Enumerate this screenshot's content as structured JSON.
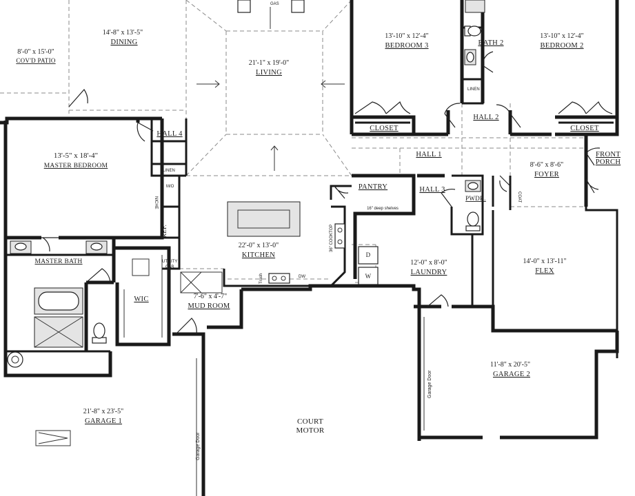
{
  "rooms": {
    "dining": {
      "dim": "14'-8\" x 13'-5\"",
      "name": "DINING"
    },
    "patio": {
      "dim": "8'-0\" x 15'-0\"",
      "name": "COV'D PATIO"
    },
    "living": {
      "dim": "21'-1\" x 19'-0\"",
      "name": "LIVING"
    },
    "bedroom3": {
      "dim": "13'-10\" x 12'-4\"",
      "name": "BEDROOM 3"
    },
    "bath2": {
      "name": "BATH 2"
    },
    "bedroom2": {
      "dim": "13'-10\" x 12'-4\"",
      "name": "BEDROOM 2"
    },
    "hall4": {
      "name": "HALL 4"
    },
    "master_bedroom": {
      "dim": "13'-5\" x 18'-4\"",
      "name": "MASTER BEDROOM"
    },
    "closet_left": {
      "name": "CLOSET"
    },
    "closet_right": {
      "name": "CLOSET"
    },
    "hall2": {
      "name": "HALL 2"
    },
    "hall1": {
      "name": "HALL 1"
    },
    "front_porch": {
      "line1": "FRONT",
      "line2": "PORCH"
    },
    "foyer": {
      "dim": "8'-6\" x 8'-6\"",
      "name": "FOYER"
    },
    "pantry": {
      "name": "PANTRY",
      "note": "16\" deep shelves"
    },
    "hall3": {
      "name": "HALL 3"
    },
    "pwdr": {
      "name": "PWDR."
    },
    "kitchen": {
      "dim": "22'-0\" x 13'-0\"",
      "name": "KITCHEN"
    },
    "master_bath": {
      "name": "MASTER BATH"
    },
    "laundry": {
      "dim": "12'-0\" x 8'-0\"",
      "name": "LAUNDRY"
    },
    "flex": {
      "dim": "14'-0\" x 13'-11\"",
      "name": "FLEX"
    },
    "wic": {
      "name": "WIC"
    },
    "mud_room": {
      "dim": "7'-6\" x 4'-7\"",
      "name": "MUD ROOM"
    },
    "garage2": {
      "dim": "11'-8\" x 20'-5\"",
      "name": "GARAGE 2"
    },
    "garage1": {
      "dim": "21'-8\" x 23'-5\"",
      "name": "GARAGE 1"
    },
    "court": {
      "line1": "COURT",
      "line2": "MOTOR"
    }
  },
  "small_labels": {
    "linen_left": "LINEN",
    "linen_bath": "LINEN",
    "mw": "M/O",
    "niche": "NICHE",
    "ref": "REF.",
    "utility": "UTILITY",
    "cab": "CAB.",
    "cooktop": "36\" COOKTOP",
    "trash": "Trash",
    "dw": "DW",
    "dryer": "D",
    "washer": "W",
    "coat": "COAT",
    "gas": "GAS",
    "garage_door_left": "Garage Door",
    "garage_door_right": "Garage Door"
  }
}
